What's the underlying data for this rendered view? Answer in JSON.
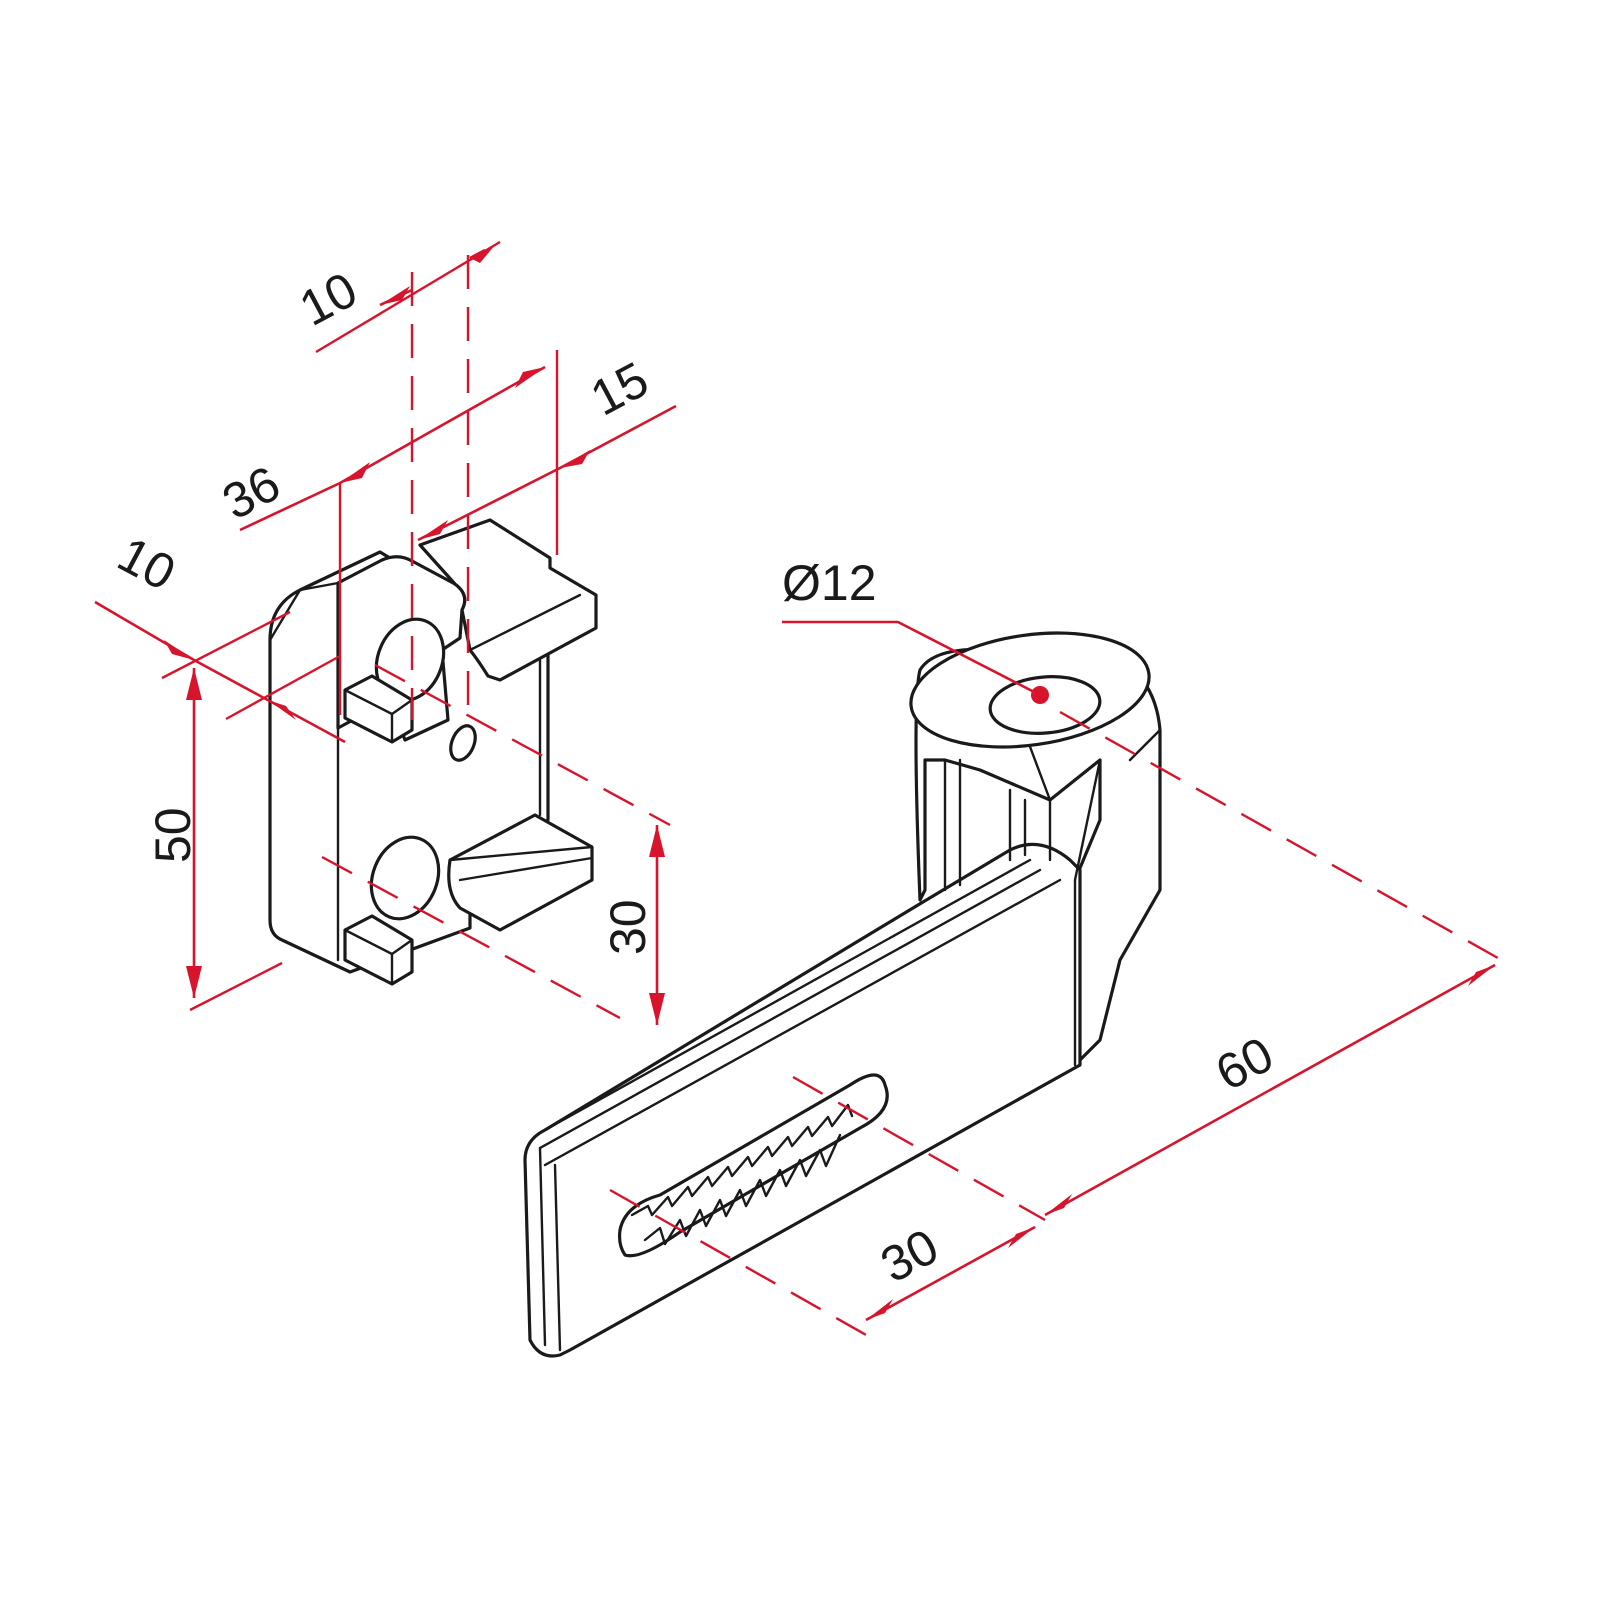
{
  "colors": {
    "dimension": "#d7142c",
    "outline": "#1a1a1a",
    "background": "#ffffff"
  },
  "dimensions": {
    "top_width": "10",
    "length": "36",
    "offset": "15",
    "side_width": "10",
    "height": "50",
    "lower_height": "30",
    "diameter": "Ø12",
    "arm_length": "60",
    "slot_length": "30"
  }
}
